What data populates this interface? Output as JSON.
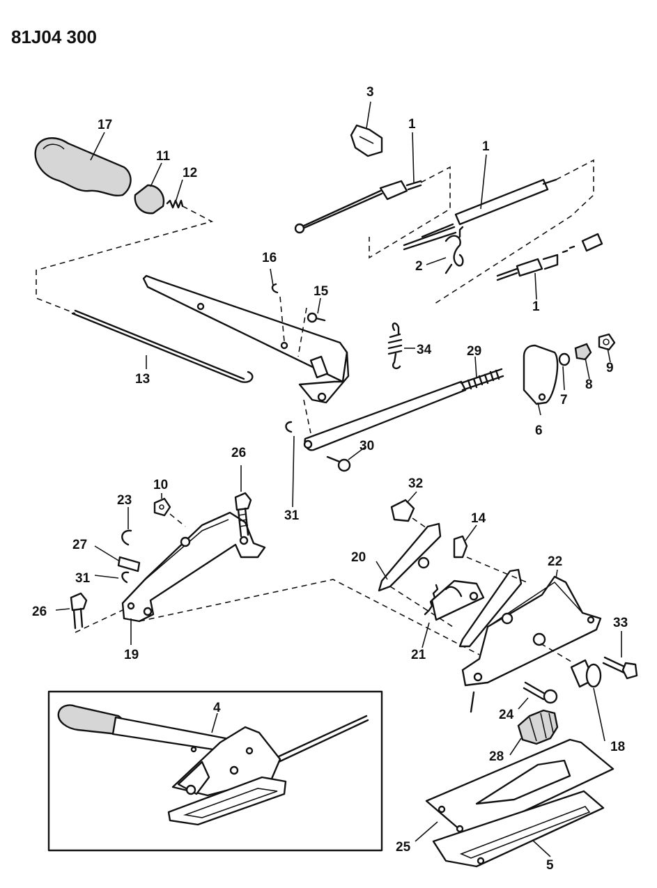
{
  "doc_id": "81J04 300",
  "callouts": {
    "c1a": "1",
    "c1b": "1",
    "c1c": "1",
    "c2": "2",
    "c3": "3",
    "c4": "4",
    "c5": "5",
    "c6": "6",
    "c7": "7",
    "c8": "8",
    "c9": "9",
    "c10": "10",
    "c11": "11",
    "c12": "12",
    "c13": "13",
    "c14": "14",
    "c15": "15",
    "c16": "16",
    "c17": "17",
    "c18": "18",
    "c19": "19",
    "c20": "20",
    "c21": "21",
    "c22": "22",
    "c23": "23",
    "c24": "24",
    "c25": "25",
    "c26a": "26",
    "c26b": "26",
    "c27": "27",
    "c28": "28",
    "c29": "29",
    "c30": "30",
    "c31a": "31",
    "c31b": "31",
    "c32": "32",
    "c33": "33",
    "c34": "34"
  }
}
